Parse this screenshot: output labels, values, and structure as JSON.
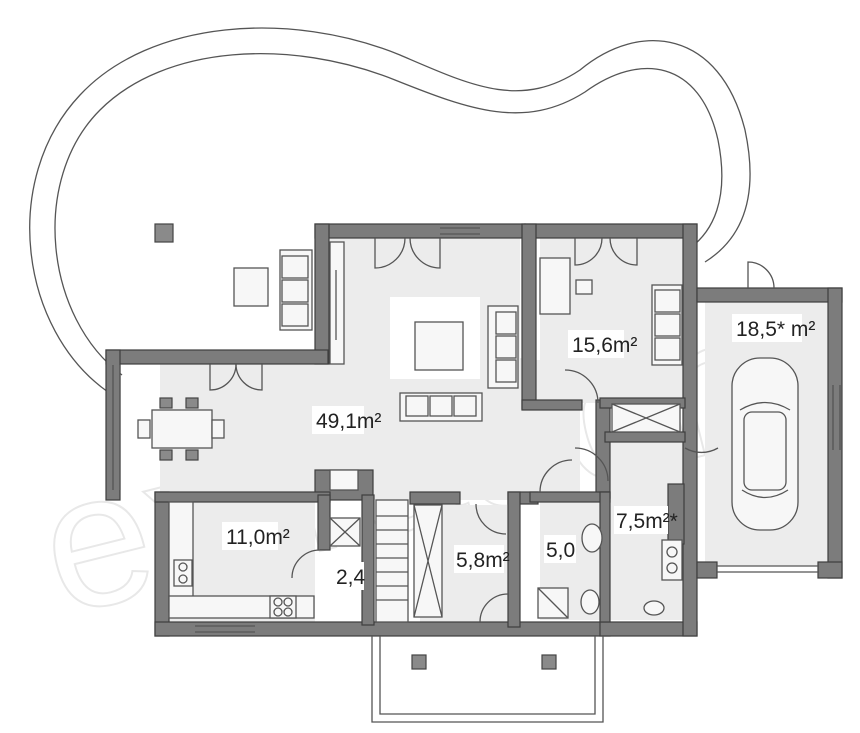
{
  "rooms": {
    "living": {
      "label": "49,1m²"
    },
    "bedroom": {
      "label": "15,6m²"
    },
    "garage": {
      "label": "18,5* m²"
    },
    "kitchen": {
      "label": "11,0m²"
    },
    "pantry": {
      "label": "2,4"
    },
    "office": {
      "label": "5,8m²"
    },
    "bathroom": {
      "label": "5,0"
    },
    "utility": {
      "label": "7,5m²*"
    }
  },
  "watermark": {
    "text": "extradom"
  },
  "colors": {
    "wall": "#7c7c7c",
    "floor": "#ececec",
    "outline": "#555555"
  }
}
